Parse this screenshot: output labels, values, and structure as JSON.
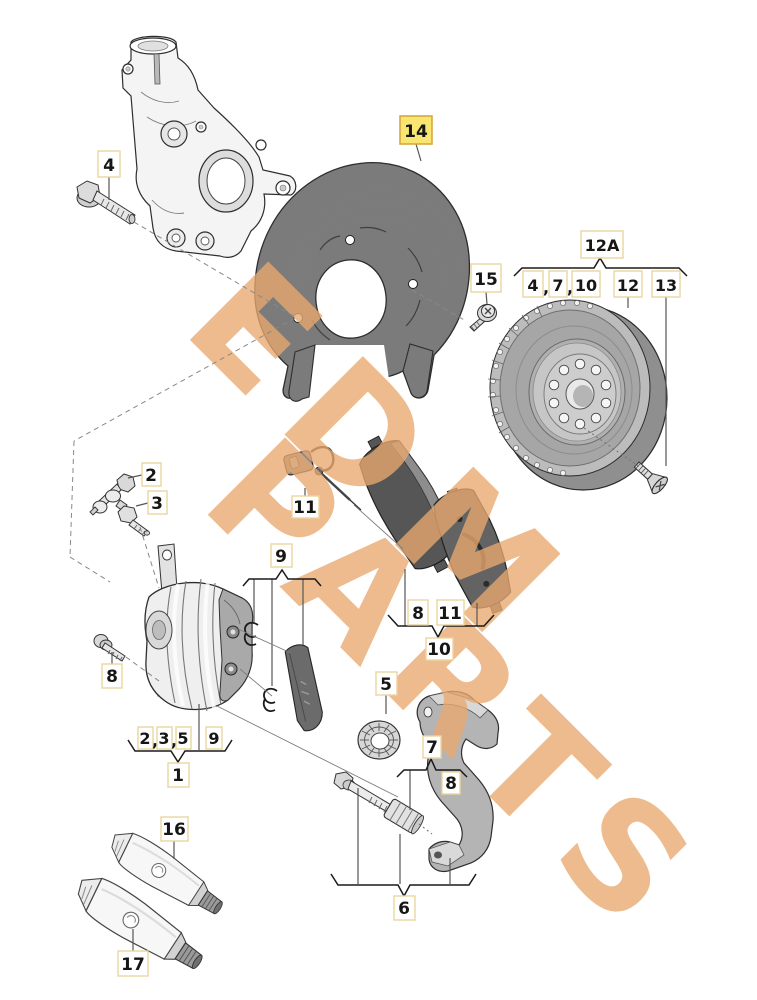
{
  "watermark": {
    "line1": "EDM",
    "line2": "PARTS",
    "color": "#E9A96F"
  },
  "separator": ",",
  "colors": {
    "background": "#ffffff",
    "label_border": "#e8d5a0",
    "highlight_fill": "#F8E670",
    "highlight_border": "#D8A83E",
    "line_color": "#1a1a1a"
  },
  "callouts": {
    "knuckle_bolt": {
      "label": "4"
    },
    "dust_shield": {
      "label": "14",
      "highlighted": true
    },
    "shield_screw": {
      "label": "15"
    },
    "disc_assembly": {
      "label": "12A",
      "group": [
        "4",
        "7",
        "10"
      ]
    },
    "brake_disc": {
      "label": "12"
    },
    "disc_screw": {
      "label": "13"
    },
    "union_bolt": {
      "label": "2"
    },
    "bleeder_valve": {
      "label": "3"
    },
    "wear_sensor": {
      "label": "11"
    },
    "pad_retainers": {
      "label": "9"
    },
    "caliper_bolt": {
      "label": "8"
    },
    "pad_inner": {
      "label": "8"
    },
    "pad_outer": {
      "label": "11"
    },
    "pad_set": {
      "label": "10"
    },
    "piston_boot": {
      "label": "5"
    },
    "guide_pin": {
      "label": "7"
    },
    "guide_pin_bolt": {
      "label": "8"
    },
    "carrier_group": {
      "label": "6"
    },
    "caliper_assembly": {
      "label": "1",
      "group": [
        "2",
        "3",
        "5"
      ],
      "extra": "9"
    },
    "grease_tube_small": {
      "label": "16"
    },
    "grease_tube_large": {
      "label": "17"
    }
  }
}
